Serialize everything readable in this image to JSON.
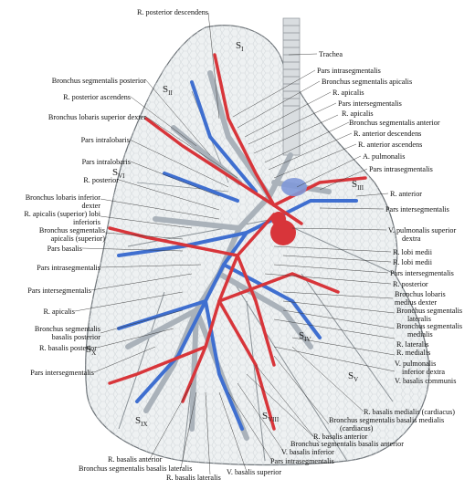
{
  "segments": {
    "s1": {
      "base": "S",
      "sub": "I"
    },
    "s2": {
      "base": "S",
      "sub": "II"
    },
    "s3": {
      "base": "S",
      "sub": "III"
    },
    "s4": {
      "base": "S",
      "sub": "IV"
    },
    "s5": {
      "base": "S",
      "sub": "V"
    },
    "s6": {
      "base": "S",
      "sub": "VI"
    },
    "s8": {
      "base": "S",
      "sub": "VIII"
    },
    "s9": {
      "base": "S",
      "sub": "IX"
    },
    "s10": {
      "base": "S",
      "sub": "X"
    }
  },
  "labels": {
    "top_center": "R. posterior descendens",
    "trachea": "Trachea",
    "right": [
      "Pars intrasegmentalis",
      "Bronchus segmentalis apicalis",
      "R. apicalis",
      "Pars intersegmentalis",
      "R. apicalis",
      "Bronchus segmentalis anterior",
      "R. anterior descendens",
      "R. anterior ascendens",
      "A. pulmonalis",
      "Pars intrasegmentalis",
      "R. anterior",
      "Pars intersegmentalis",
      "V. pulmonalis superior",
      "dextra",
      "R. lobi medii",
      "R. lobi medii",
      "Pars intersegmentalis",
      "R. posterior",
      "Bronchus lobaris",
      "medius dexter",
      "Bronchus segmentalis",
      "lateralis",
      "Bronchus segmentalis",
      "medialis",
      "R. lateralis",
      "R. medialis",
      "V. pulmonalis",
      "inferior dextra",
      "V. basalis communis"
    ],
    "left": [
      "Bronchus segmentalis posterior",
      "R. posterior ascendens",
      "Bronchus lobaris superior dexter",
      "Pars intralobaris",
      "Pars intralobaris",
      "R. posterior",
      "Bronchus lobaris inferior",
      "dexter",
      "R. apicalis (superior) lobi",
      "inferioris",
      "Bronchus segmentalis",
      "apicalis (superior)",
      "Pars basalis",
      "Pars intrasegmentalis",
      "Pars intersegmentalis",
      "R. apicalis",
      "Bronchus segmentalis",
      "basalis posterior",
      "R. basalis posterior",
      "Pars intersegmentalis"
    ],
    "bottom": [
      "R. basalis medialis (cardiacus)",
      "Bronchus segmentalis basalis medialis",
      "(cardiacus)",
      "R. basalis anterior",
      "Bronchus segmentalis basalis anterior",
      "V. basalis inferior",
      "Pars intrasegmentalis",
      "R. basalis anterior",
      "Bronchus segmentalis basalis lateralis",
      "R. basalis lateralis",
      "V. basalis superior"
    ]
  },
  "colors": {
    "artery": "#d8353a",
    "vein": "#3f6fd0",
    "bronchus": "#b8c0c8",
    "lung_fill": "#eef1f2",
    "lung_edge": "#6d7378"
  }
}
